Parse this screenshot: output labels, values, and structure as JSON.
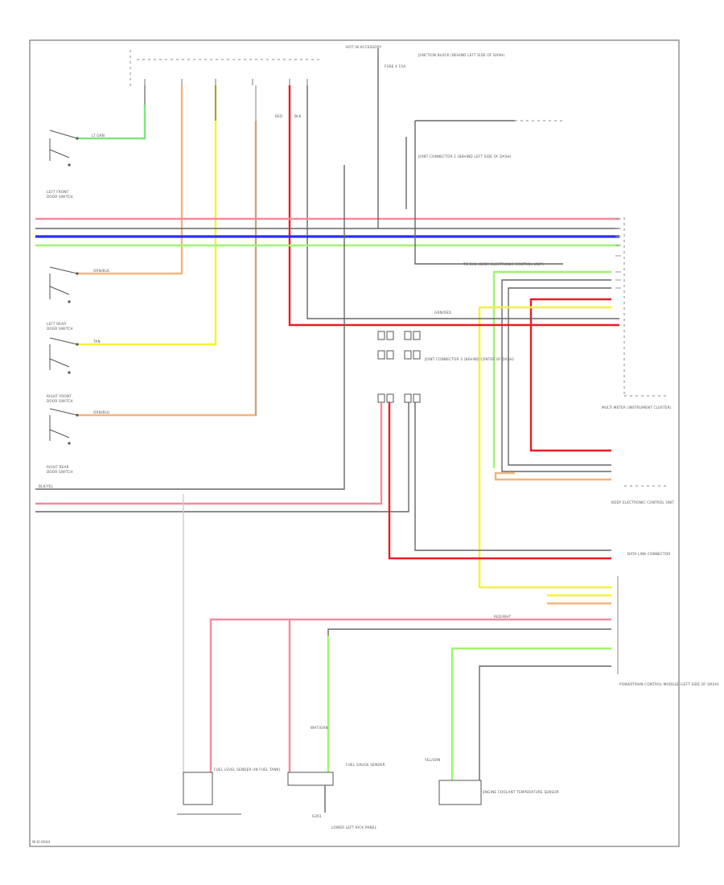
{
  "colors": {
    "pink": "#f48a9c",
    "red": "#ec1c24",
    "blue": "#2c2cff",
    "green": "#7be47b",
    "lightgreen": "#9ff56e",
    "yellow": "#f5f52a",
    "orange": "#f6b37a",
    "gray": "#6b6b6b",
    "lightgray": "#bdbdbd"
  },
  "labels": {
    "top_relay": "HOT IN ACCESSORY",
    "junction_block": "JUNCTION BLOCK (BEHIND LEFT SIDE OF DASH)",
    "fuse": "FUSE 4 15A",
    "left_front_switch": "LEFT FRONT DOOR SWITCH",
    "left_rear_switch": "LEFT REAR DOOR SWITCH",
    "right_front_switch": "RIGHT FRONT DOOR SWITCH",
    "right_rear_switch": "RIGHT REAR DOOR SWITCH",
    "joint_connector_upper": "JOINT CONNECTOR 2 (BEHIND LEFT SIDE OF DASH)",
    "joint_connector_middle": "JOINT CONNECTOR 3 (BEHIND CENTER OF DASH)",
    "sas_to_cluster": "TO SAS (BODY ELECTRONIC CONTROL UNIT)",
    "multi_meter": "MULTI METER (INSTRUMENT CLUSTER)",
    "ecu_box": "BODY ELECTRONIC CONTROL UNIT",
    "data_link": "DATA LINK CONNECTOR",
    "powertrain": "POWERTRAIN CONTROL MODULE (LEFT SIDE OF DASH)",
    "fuel_sender": "FUEL LEVEL SENDER (IN FUEL TANK)",
    "fuel_gauge": "FUEL GAUGE SENDER",
    "ground_g1": "G201",
    "ground_label": "LOWER LEFT KICK PANEL",
    "engine_coolant": "ENGINE COOLANT TEMPERATURE SENSOR",
    "footer": "W-D-0044",
    "wire_lt_grn": "LT GRN",
    "wire_orn_blk": "ORN/BLK",
    "wire_tan": "TAN",
    "wire_orn_blu": "ORN/BLU",
    "wire_red": "RED",
    "wire_blk": "BLK",
    "wire_grn_red": "GRN/RED",
    "wire_blk_yel": "BLK/YEL",
    "wire_red_wht": "RED/WHT",
    "wire_yel_grn": "YEL/GRN",
    "wire_wht_grn": "WHT/GRN"
  }
}
